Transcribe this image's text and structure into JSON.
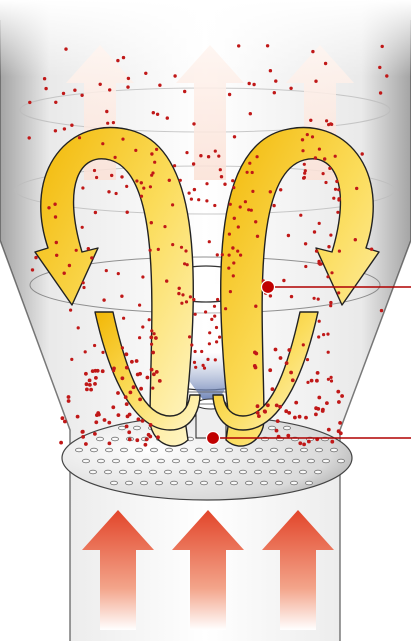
{
  "diagram": {
    "kind": "fluidized-bed-coater-schematic",
    "components": [
      "vessel-wall",
      "expansion-chamber",
      "wurster-partition-tube",
      "spray-nozzle",
      "spray-cone",
      "perforated-distributor-plate",
      "inlet-air-arrows",
      "outlet-air-arrows",
      "particle-circulation-arrows",
      "particles"
    ],
    "callouts": [
      {
        "name": "upper-callout",
        "target": "partition-tube-interior"
      },
      {
        "name": "lower-callout",
        "target": "nozzle-base"
      }
    ],
    "colors": {
      "particle": "#c01818",
      "circulation_arrow": "#f5c518",
      "inlet_air_arrow": "#e8563a",
      "outlet_air_arrow": "#f7c9b8",
      "spray": "#2a4fa0",
      "callout": "#b00000",
      "outline": "#222222"
    }
  }
}
